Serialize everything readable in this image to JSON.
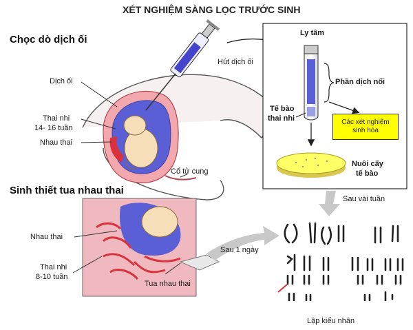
{
  "title": "XÉT NGHIỆM SÀNG LỌC TRƯỚC SINH",
  "sections": {
    "amnio": "Chọc dò dịch ối",
    "cvs": "Sinh thiết tua nhau thai"
  },
  "labels": {
    "hut_dich_oi": "Hút dịch ối",
    "dich_oi": "Dịch ối",
    "thai_nhi_1": "Thai nhi",
    "thai_nhi_1_age": "14- 16 tuần",
    "nhau_thai_1": "Nhau thai",
    "co_tu_cung": "Cổ tử cung",
    "ly_tam": "Ly tâm",
    "phan_dich_noi": "Phần dịch nổi",
    "te_bao": "Tế bào",
    "thai_nhi_cell": "thai nhi",
    "xet_nghiem_1": "Các xét nghiệm",
    "xet_nghiem_2": "sinh hóa",
    "nuoi_cay_1": "Nuôi cấy",
    "nuoi_cay_2": "tế bào",
    "sau_vai_tuan": "Sau vài tuần",
    "nhau_thai_2": "Nhau thai",
    "thai_nhi_2": "Thai nhi",
    "thai_nhi_2_age": "8-10 tuần",
    "tua_nhau_thai": "Tua nhau thai",
    "sau_1_ngay": "Sau 1 ngày",
    "lap_kieu_nhan": "Lập kiểu nhân"
  },
  "colors": {
    "amniotic_fluid": "#5a5fd6",
    "fetus": "#f6dfb8",
    "uterus_wall": "#f3a8ad",
    "placenta": "#d9323c",
    "cvs_background": "#f0b8bf",
    "culture_dish": "#ffff66",
    "box_yellow": "#ffff00",
    "arrow_gray": "#b8b8b8"
  }
}
